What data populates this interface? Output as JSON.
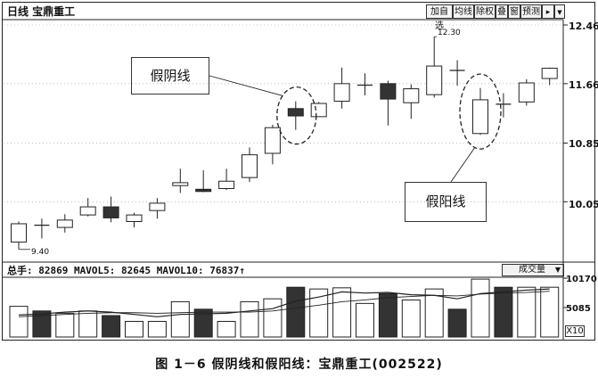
{
  "header": {
    "stock_title": "日线  宝鼎重工"
  },
  "toolbar": {
    "buttons": [
      "加自选",
      "均线",
      "除权",
      "叠",
      "窗",
      "预测"
    ],
    "menu_icon": "expand-menu-icon"
  },
  "price_axis": {
    "labels": [
      "12.46",
      "11.66",
      "10.85",
      "10.05"
    ]
  },
  "annotations": {
    "high_label": "12.30",
    "low_label": "9.40",
    "fake_yin_label": "假阴线",
    "fake_yang_label": "假阳线"
  },
  "volume_panel": {
    "header": "总手: 82869  MAVOL5: 82645  MAVOL10: 76837↑",
    "dropdown_label": "成交量",
    "axis_labels": [
      "10170",
      "5085"
    ],
    "unit_label": "X10"
  },
  "caption": "图 1－6    假阴线和假阳线：宝鼎重工(002522)",
  "colors": {
    "yang_body": "#ffffff",
    "yin_body": "#333333",
    "line": "#222222"
  },
  "chart_data": [
    {
      "type": "candlestick",
      "title": "日线  宝鼎重工",
      "ylim": [
        9.3,
        12.46
      ],
      "y_ticks": [
        12.46,
        11.66,
        10.85,
        10.05
      ],
      "candles": [
        {
          "open": 9.5,
          "close": 9.75,
          "high": 9.78,
          "low": 9.4,
          "color": "yang"
        },
        {
          "open": 9.73,
          "close": 9.73,
          "high": 9.82,
          "low": 9.55,
          "color": "cross"
        },
        {
          "open": 9.7,
          "close": 9.8,
          "high": 9.88,
          "low": 9.63,
          "color": "yang"
        },
        {
          "open": 9.87,
          "close": 9.98,
          "high": 10.1,
          "low": 9.85,
          "color": "yang"
        },
        {
          "open": 9.98,
          "close": 9.83,
          "high": 10.12,
          "low": 9.77,
          "color": "yin"
        },
        {
          "open": 9.78,
          "close": 9.87,
          "high": 9.9,
          "low": 9.7,
          "color": "yang"
        },
        {
          "open": 9.93,
          "close": 10.03,
          "high": 10.1,
          "low": 9.82,
          "color": "yang"
        },
        {
          "open": 10.27,
          "close": 10.31,
          "high": 10.5,
          "low": 10.17,
          "color": "yang"
        },
        {
          "open": 10.22,
          "close": 10.19,
          "high": 10.48,
          "low": 10.18,
          "color": "yin"
        },
        {
          "open": 10.23,
          "close": 10.33,
          "high": 10.5,
          "low": 10.21,
          "color": "yang"
        },
        {
          "open": 10.38,
          "close": 10.69,
          "high": 10.79,
          "low": 10.32,
          "color": "yang"
        },
        {
          "open": 10.71,
          "close": 11.06,
          "high": 11.1,
          "low": 10.56,
          "color": "yang"
        },
        {
          "open": 11.32,
          "close": 11.22,
          "high": 11.42,
          "low": 11.03,
          "color": "yin"
        },
        {
          "open": 11.21,
          "close": 11.39,
          "high": 11.41,
          "low": 11.22,
          "color": "yang"
        },
        {
          "open": 11.42,
          "close": 11.66,
          "high": 11.88,
          "low": 11.32,
          "color": "yang"
        },
        {
          "open": 11.64,
          "close": 11.64,
          "high": 11.8,
          "low": 11.5,
          "color": "cross"
        },
        {
          "open": 11.66,
          "close": 11.45,
          "high": 11.7,
          "low": 11.09,
          "color": "yin"
        },
        {
          "open": 11.4,
          "close": 11.59,
          "high": 11.65,
          "low": 11.18,
          "color": "yang"
        },
        {
          "open": 11.51,
          "close": 11.9,
          "high": 12.3,
          "low": 11.47,
          "color": "yang"
        },
        {
          "open": 11.84,
          "close": 11.84,
          "high": 11.98,
          "low": 11.63,
          "color": "cross"
        },
        {
          "open": 10.98,
          "close": 11.44,
          "high": 11.6,
          "low": 10.96,
          "color": "yang"
        },
        {
          "open": 11.38,
          "close": 11.38,
          "high": 11.53,
          "low": 11.2,
          "color": "cross"
        },
        {
          "open": 11.41,
          "close": 11.67,
          "high": 11.72,
          "low": 11.36,
          "color": "yang"
        },
        {
          "open": 11.73,
          "close": 11.87,
          "high": 11.88,
          "low": 11.64,
          "color": "yang"
        }
      ],
      "annotations": [
        {
          "text": "12.30",
          "candle_index": 18
        },
        {
          "text": "9.40",
          "candle_index": 0
        },
        {
          "text": "假阴线",
          "candle_index": 12
        },
        {
          "text": "假阳线",
          "candle_index": 20
        }
      ]
    },
    {
      "type": "bar",
      "title": "成交量",
      "ylabel": "X10",
      "ylim": [
        0,
        10170
      ],
      "y_ticks": [
        10170,
        5085
      ],
      "values": [
        5300,
        4500,
        4100,
        4500,
        3700,
        2700,
        2700,
        6100,
        4800,
        2700,
        6100,
        6600,
        8600,
        8300,
        8500,
        5800,
        7500,
        6400,
        8300,
        4800,
        10000,
        8600,
        8600,
        8600
      ],
      "colors": [
        "yang",
        "yin",
        "yang",
        "yang",
        "yin",
        "yang",
        "yang",
        "yang",
        "yin",
        "yang",
        "yang",
        "yang",
        "yin",
        "yang",
        "yang",
        "yang",
        "yin",
        "yang",
        "yang",
        "yin",
        "yang",
        "yin",
        "yang",
        "yang"
      ],
      "series": [
        {
          "name": "MAVOL5",
          "values": [
            3800,
            4000,
            4300,
            4500,
            4300,
            3900,
            3500,
            3900,
            4000,
            4100,
            4500,
            4900,
            6200,
            6900,
            7800,
            7600,
            7700,
            7300,
            7200,
            6600,
            7500,
            7800,
            8100,
            8300
          ]
        },
        {
          "name": "MAVOL10",
          "values": [
            3500,
            3700,
            3900,
            4100,
            4200,
            4200,
            4100,
            4200,
            4300,
            4300,
            4300,
            4500,
            5000,
            5500,
            6100,
            6400,
            6800,
            7000,
            7200,
            7100,
            7400,
            7600,
            7700,
            7900
          ]
        }
      ]
    }
  ]
}
